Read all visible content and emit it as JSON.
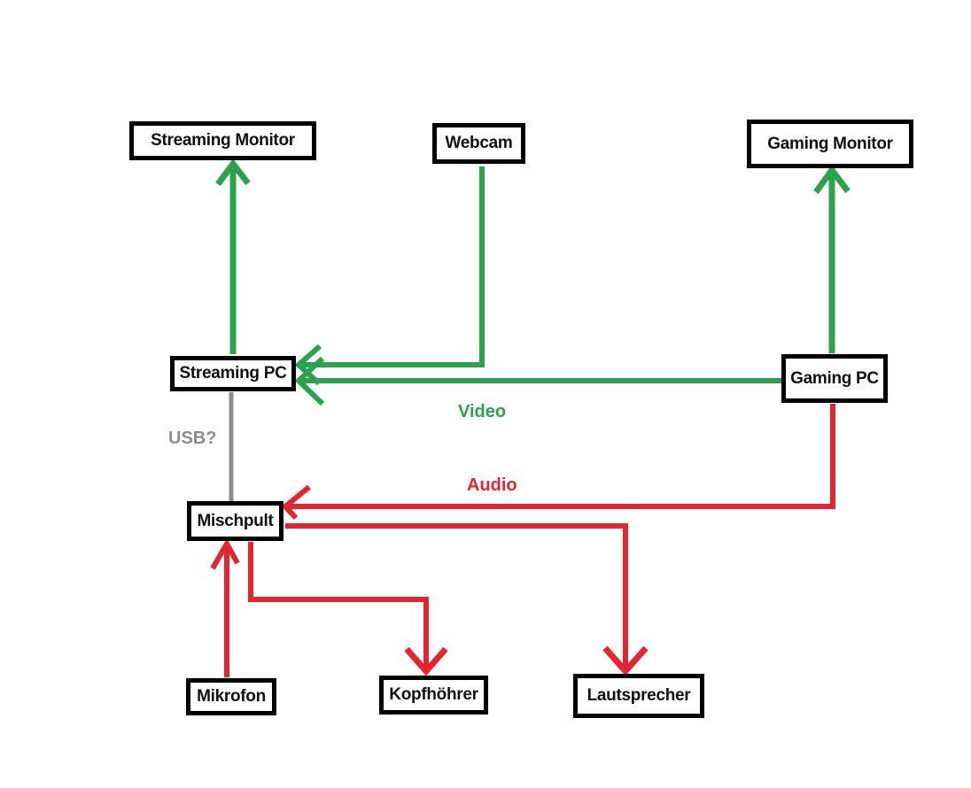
{
  "colors": {
    "video": "#2ba24c",
    "audio": "#e22531",
    "usb": "#8c8c8c",
    "box_border": "#000000",
    "background": "#ffffff"
  },
  "nodes": {
    "streaming_monitor": {
      "label": "Streaming Monitor"
    },
    "webcam": {
      "label": "Webcam"
    },
    "gaming_monitor": {
      "label": "Gaming Monitor"
    },
    "streaming_pc": {
      "label": "Streaming PC"
    },
    "gaming_pc": {
      "label": "Gaming PC"
    },
    "mischpult": {
      "label": "Mischpult"
    },
    "mikrofon": {
      "label": "Mikrofon"
    },
    "kopfhoehrer": {
      "label": "Kopfhöhrer"
    },
    "lautsprecher": {
      "label": "Lautsprecher"
    }
  },
  "labels": {
    "video": "Video",
    "audio": "Audio",
    "usb": "USB?"
  },
  "edges": [
    {
      "from": "Streaming PC",
      "to": "Streaming Monitor",
      "signal": "video",
      "arrow": "to"
    },
    {
      "from": "Webcam",
      "to": "Streaming PC",
      "signal": "video",
      "arrow": "to"
    },
    {
      "from": "Gaming PC",
      "to": "Streaming PC",
      "signal": "video",
      "arrow": "to"
    },
    {
      "from": "Gaming PC",
      "to": "Gaming Monitor",
      "signal": "video",
      "arrow": "to"
    },
    {
      "from": "Gaming PC",
      "to": "Mischpult",
      "signal": "audio",
      "arrow": "to"
    },
    {
      "from": "Mischpult",
      "to": "Lautsprecher",
      "signal": "audio",
      "arrow": "to"
    },
    {
      "from": "Mischpult",
      "to": "Kopfhöhrer",
      "signal": "audio",
      "arrow": "to"
    },
    {
      "from": "Mikrofon",
      "to": "Mischpult",
      "signal": "audio",
      "arrow": "to"
    },
    {
      "from": "Streaming PC",
      "to": "Mischpult",
      "signal": "usb",
      "arrow": "none"
    }
  ]
}
